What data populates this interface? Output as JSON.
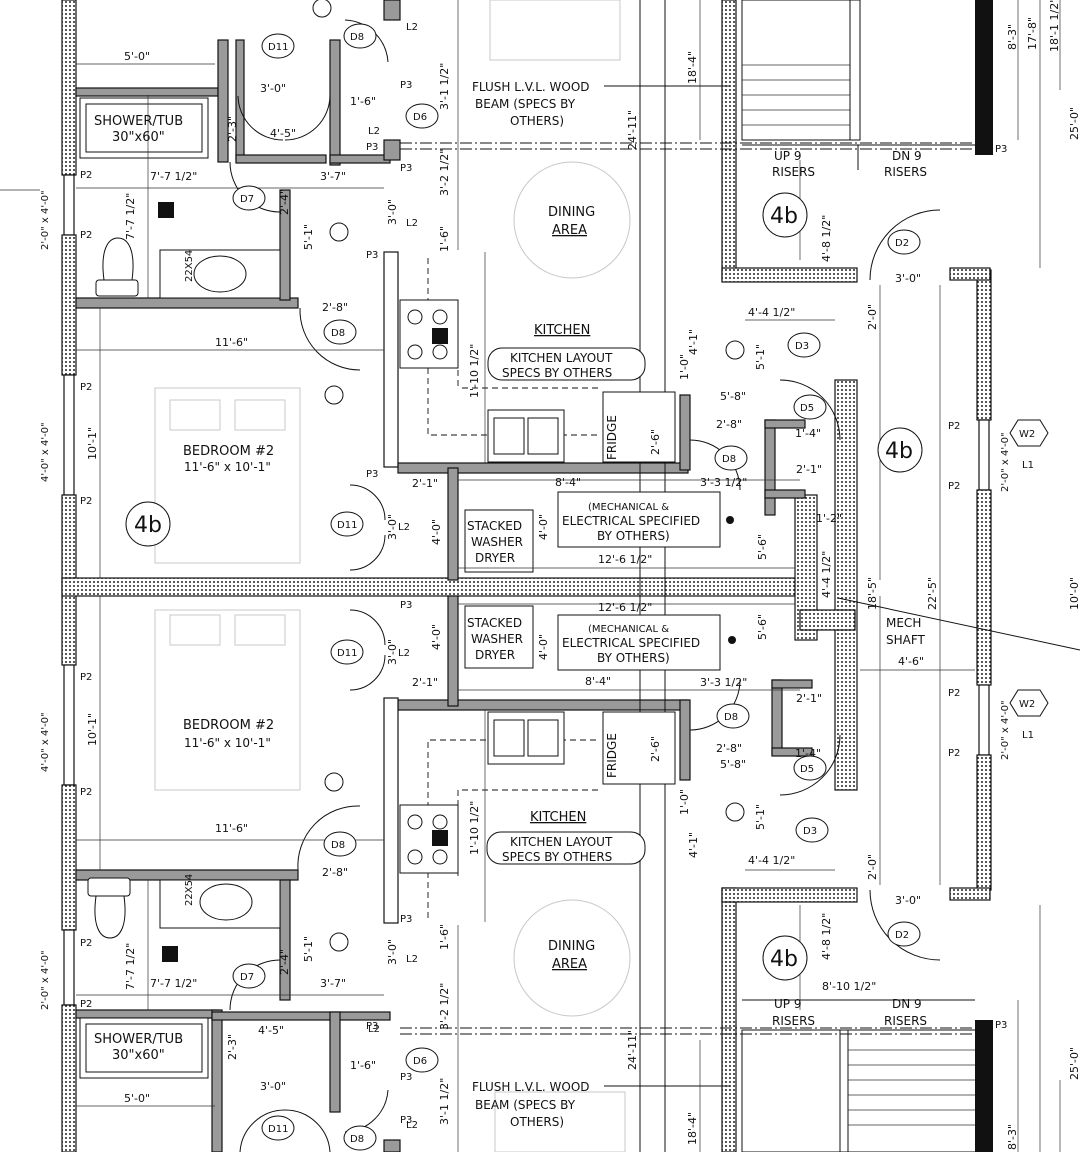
{
  "tags": {
    "shower_tub": "SHOWER/TUB",
    "shower_size": "30\"x60\"",
    "vanity": "22X54",
    "kitchen": "KITCHEN",
    "kitchen_note_1": "KITCHEN LAYOUT",
    "kitchen_note_2": "SPECS BY OTHERS",
    "dining_1": "DINING",
    "dining_2": "AREA",
    "bedroom": "BEDROOM #2",
    "bedroom_size": "11'-6\" x 10'-1\"",
    "stacked_1": "STACKED",
    "stacked_2": "WASHER",
    "stacked_3": "DRYER",
    "mech_1": "(MECHANICAL &",
    "mech_2": "ELECTRICAL SPECIFIED",
    "mech_3": "BY OTHERS)",
    "fridge": "FRIDGE",
    "beam_1": "FLUSH L.V.L. WOOD",
    "beam_2": "BEAM (SPECS BY",
    "beam_3": "OTHERS)",
    "up_1": "UP 9",
    "up_2": "RISERS",
    "dn_1": "DN 9",
    "dn_2": "RISERS",
    "mech_shaft_1": "MECH",
    "mech_shaft_2": "SHAFT",
    "section": "4b",
    "window_size": "2'-0\" x 4'-0\"",
    "window_size_b": "4'-0\" x 4'-0\"",
    "w2": "W2",
    "l1": "L1",
    "p2": "P2",
    "p3": "P3",
    "l2": "L2",
    "doors": {
      "d2": "D2",
      "d3": "D3",
      "d5": "D5",
      "d6": "D6",
      "d7": "D7",
      "d8": "D8",
      "d11": "D11"
    }
  },
  "dims": {
    "a": "5'-0\"",
    "b": "3'-0\"",
    "c": "1'-6\"",
    "d": "4'-5\"",
    "e": "2'-3\"",
    "f": "7'-7 1/2\"",
    "g": "3'-7\"",
    "h": "2'-4\"",
    "i": "5'-1\"",
    "j": "2'-8\"",
    "k": "11'-6\"",
    "l": "10'-1\"",
    "m": "1'-10 1/2\"",
    "n": "2'-1\"",
    "o": "4'-0\"",
    "p": "8'-4\"",
    "q": "3'-3 1/2\"",
    "r": "12'-6 1/2\"",
    "s": "5'-6\"",
    "t": "2'-6\"",
    "u": "5'-8\"",
    "v": "4'-4 1/2\"",
    "w": "1'-0\"",
    "x": "4'-1\"",
    "y": "2'-0\"",
    "z": "1'-4\"",
    "aa": "4'-8 1/2\"",
    "ab": "8'-10 1/2\"",
    "ac": "1'-2\"",
    "ad": "18'-5\"",
    "ae": "22'-5\"",
    "af": "4'-6\"",
    "ag": "10'-0\"",
    "ah": "18'-4\"",
    "ai": "24'-11\"",
    "aj": "3'-1 1/2\"",
    "ak": "3'-2 1/2\"",
    "al": "8'-3\"",
    "am": "17'-8\"",
    "an": "18'-1 1/2\"",
    "ao": "25'-0\"",
    "ap": "4'-4 1/2\""
  }
}
